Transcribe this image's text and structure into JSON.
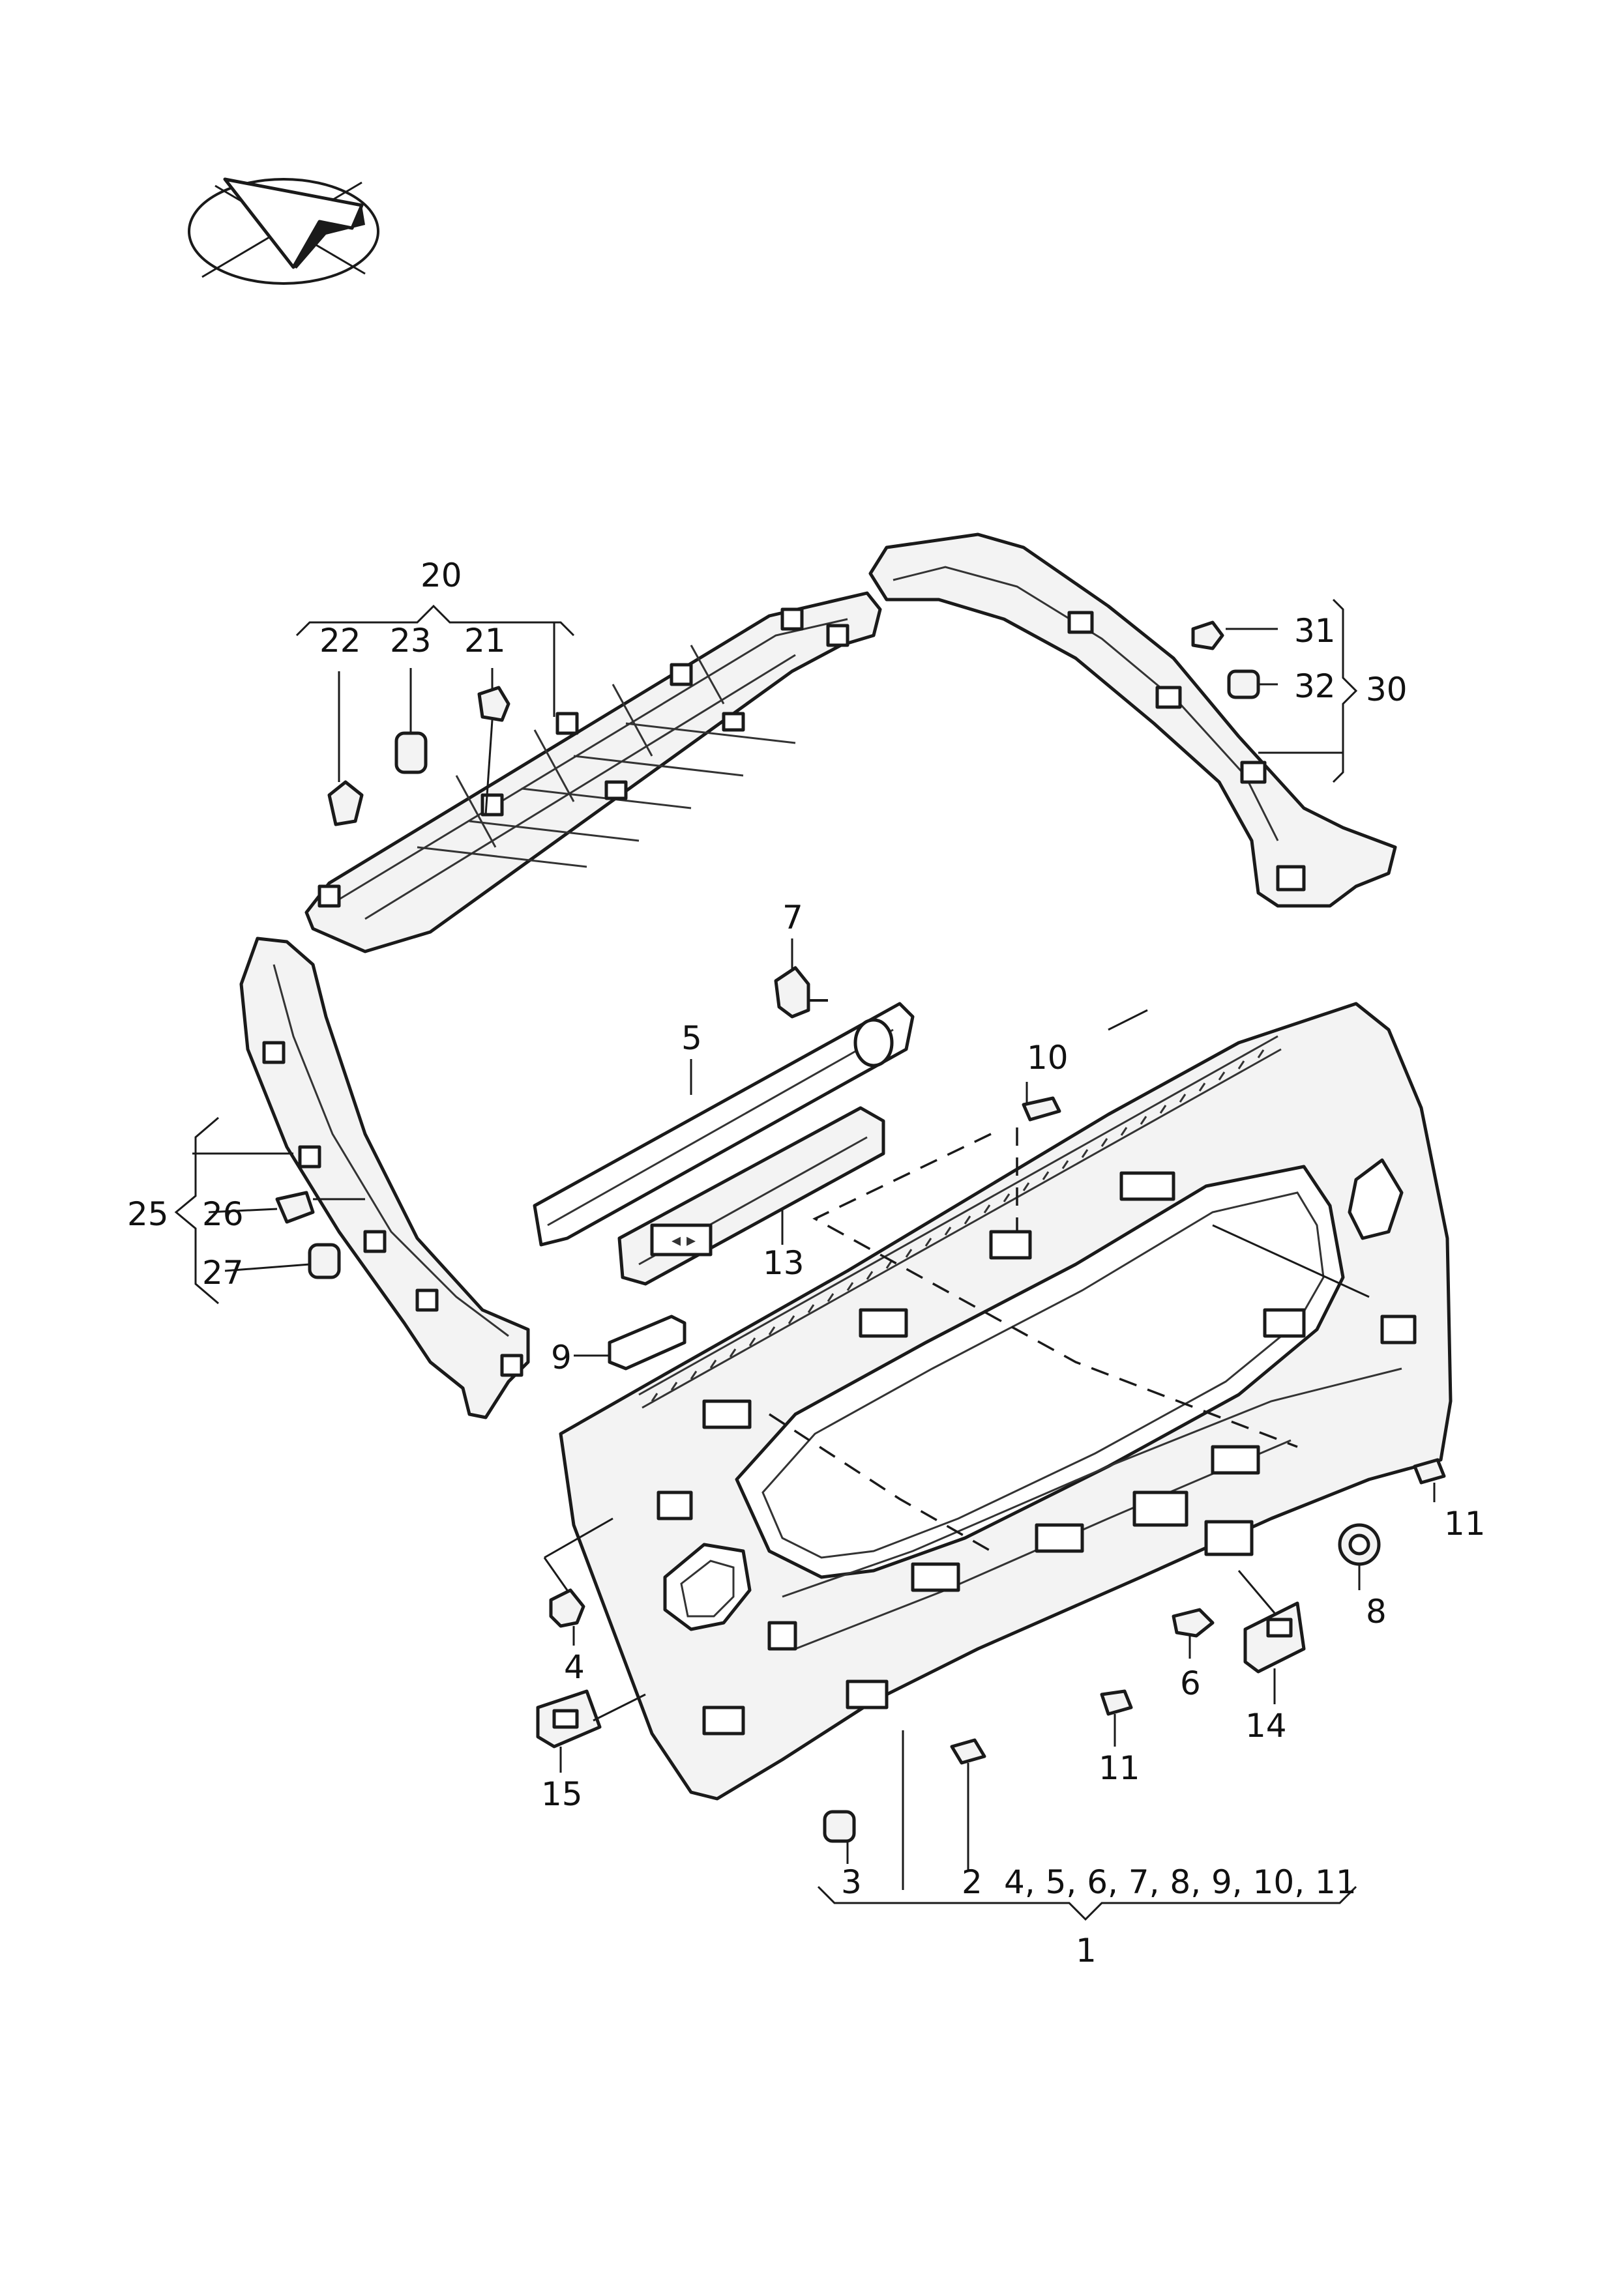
{
  "diagram": {
    "labels": {
      "l1": "1",
      "l2": "2",
      "l3": "3",
      "l4": "4",
      "l5": "5",
      "l6": "6",
      "l7": "7",
      "l8": "8",
      "l9": "9",
      "l10": "10",
      "l11a": "11",
      "l11b": "11",
      "l13": "13",
      "l14": "14",
      "l15": "15",
      "l20": "20",
      "l21": "21",
      "l22": "22",
      "l23": "23",
      "l25": "25",
      "l26": "26",
      "l27": "27",
      "l30": "30",
      "l31": "31",
      "l32": "32",
      "l_group1": "4, 5, 6, 7, 8, 9, 10, 11"
    },
    "colors": {
      "line": "#1a1a1a",
      "part_fill": "#f3f3f3",
      "background": "#ffffff"
    },
    "icons": {
      "orientation": "orientation-arrow-icon"
    }
  }
}
